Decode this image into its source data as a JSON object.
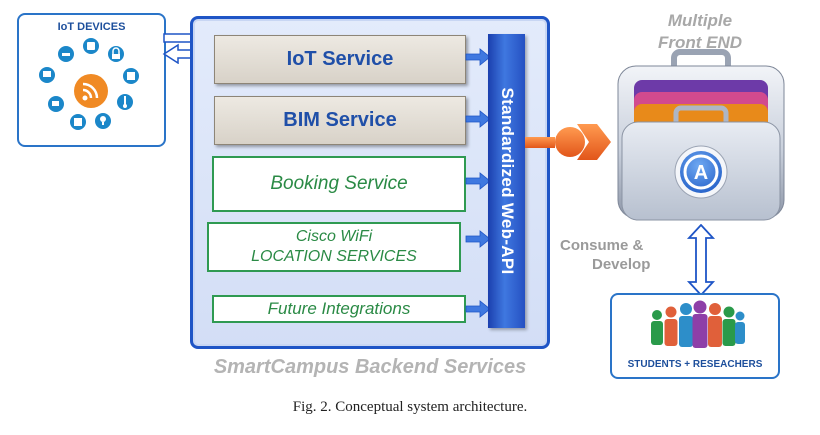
{
  "iot_panel": {
    "title": "IoT DEVICES"
  },
  "backend": {
    "services": [
      {
        "label": "IoT Service"
      },
      {
        "label": "BIM Service"
      },
      {
        "label": "Booking Service"
      },
      {
        "label_line1": "Cisco WiFi",
        "label_line2": "LOCATION SERVICES"
      },
      {
        "label": "Future Integrations"
      }
    ],
    "api_label": "Standardized Web-API",
    "caption": "SmartCampus Backend Services"
  },
  "frontend": {
    "title_line1": "Multiple",
    "title_line2": "Front END",
    "app_letter": "A"
  },
  "link": {
    "label_line1": "Consume &",
    "label_line2": "Develop"
  },
  "users": {
    "label": "STUDENTS + RESEACHERS"
  },
  "figure_caption": "Fig. 2. Conceptual system architecture.",
  "colors": {
    "frame_blue": "#1f55c6",
    "api_blue": "#2550c2",
    "service_green": "#2f9a52",
    "service_text_blue": "#1f4fa8",
    "connector_orange": "#f26a21",
    "caption_gray": "#b4b4b4"
  }
}
